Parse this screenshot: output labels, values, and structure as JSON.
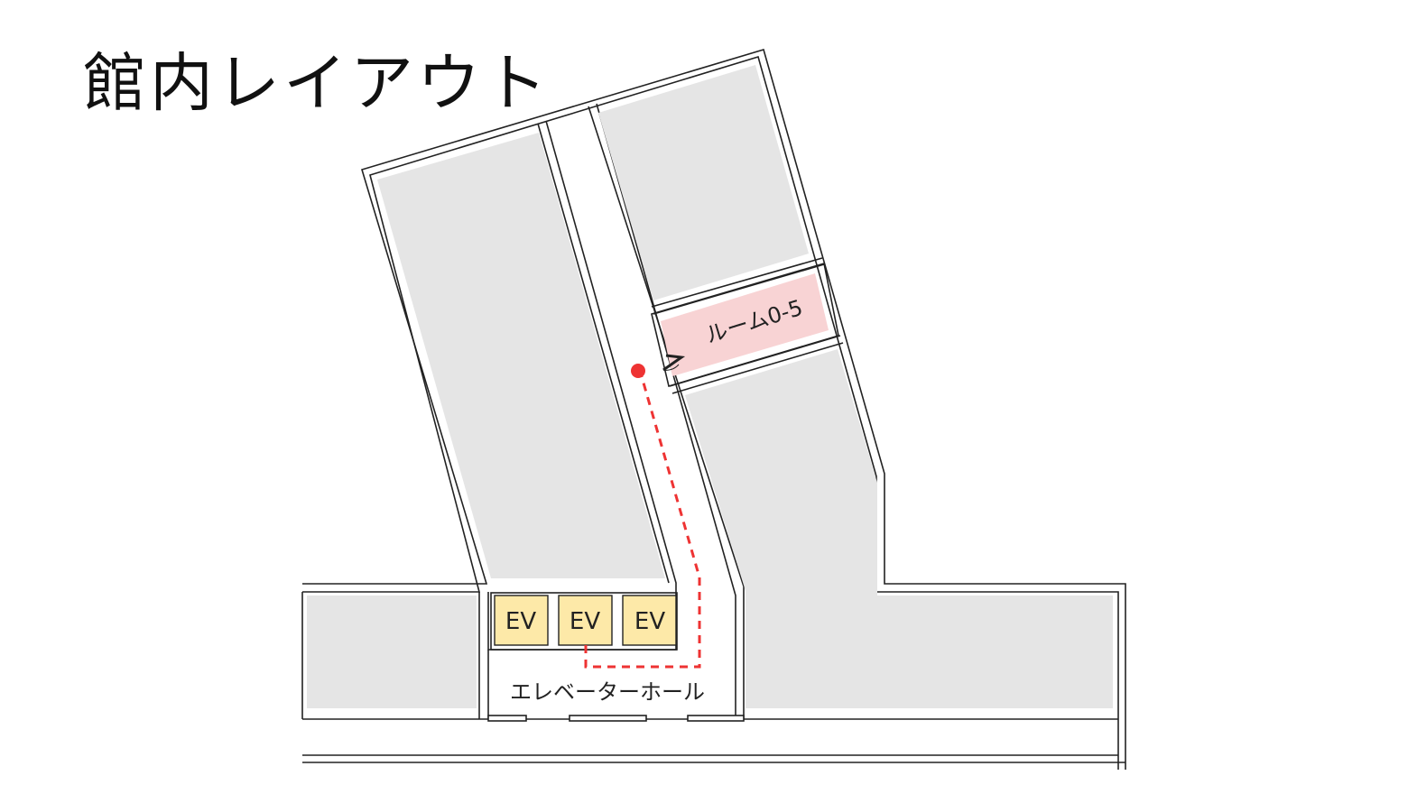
{
  "title": "館内レイアウト",
  "map": {
    "elevators": [
      "EV",
      "EV",
      "EV"
    ],
    "elevator_hall_label": "エレベーターホール",
    "destination_room_label": "ルーム0-5"
  },
  "colors": {
    "wall": "#222222",
    "room_fill": "#e5e5e5",
    "destination_fill": "#f8d3d4",
    "elevator_fill": "#fde9a8",
    "route": "#ee3333"
  }
}
